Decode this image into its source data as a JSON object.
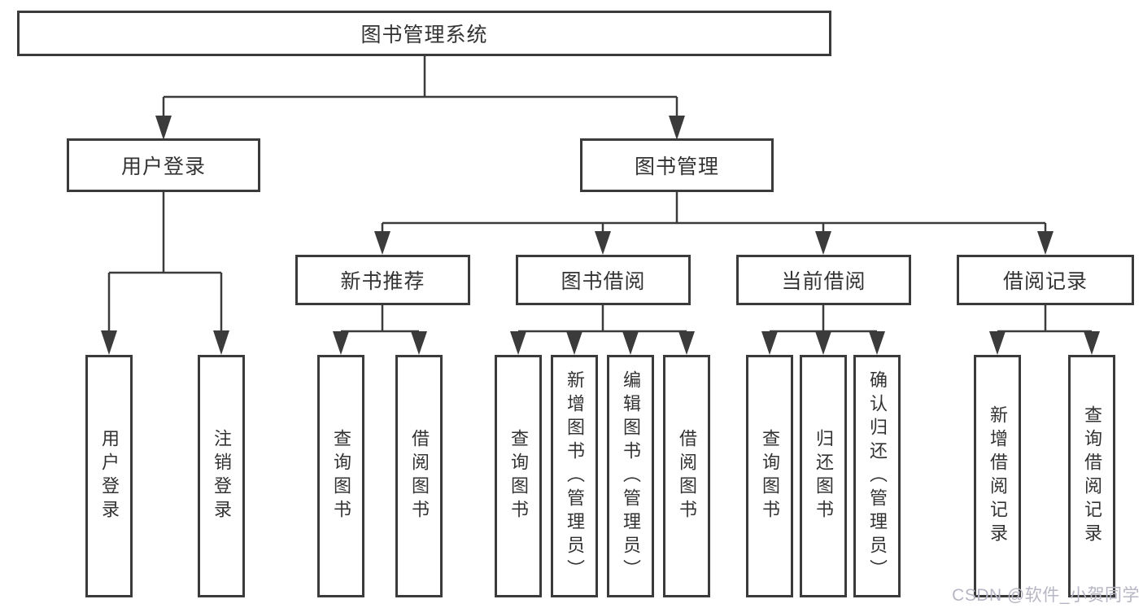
{
  "diagram": {
    "root_label": "图书管理系统",
    "user_login": {
      "label": "用户登录",
      "children": [
        "用户登录",
        "注销登录"
      ]
    },
    "book_management": {
      "label": "图书管理",
      "groups": [
        {
          "label": "新书推荐",
          "children": [
            "查询图书",
            "借阅图书"
          ]
        },
        {
          "label": "图书借阅",
          "children": [
            "查询图书",
            "新增图书（管理员）",
            "编辑图书（管理员）",
            "借阅图书"
          ]
        },
        {
          "label": "当前借阅",
          "children": [
            "查询图书",
            "归还图书",
            "确认归还（管理员）"
          ]
        },
        {
          "label": "借阅记录",
          "children": [
            "新增借阅记录",
            "查询借阅记录"
          ]
        }
      ]
    }
  },
  "watermark": {
    "text": "CSDN @软件_小贺同学",
    "color": "#b6b6c4"
  },
  "colors": {
    "line": "#3b3b3b",
    "box_border": "#3b3b3b",
    "text": "#333333",
    "background": "#ffffff"
  }
}
